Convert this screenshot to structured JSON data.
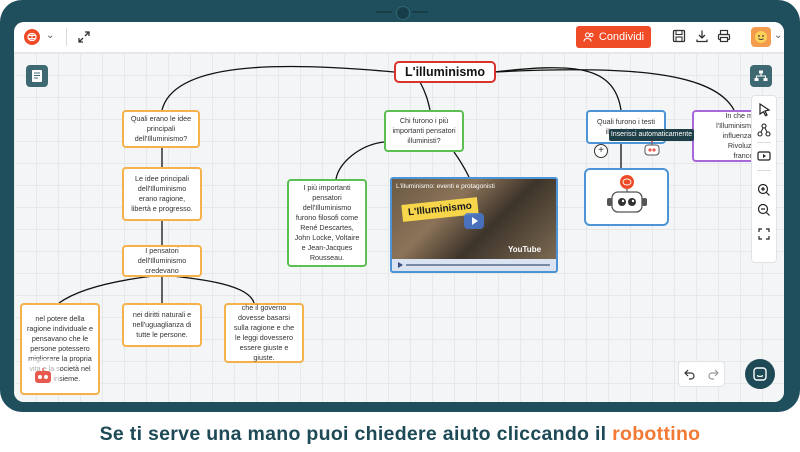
{
  "toolbar": {
    "share_label": "Condividi"
  },
  "map": {
    "root": "L'illuminismo",
    "branches": [
      {
        "color": "#f5b14a",
        "label": "Quali erano le idee principali dell'Illuminismo?"
      },
      {
        "color": "#5cbf52",
        "label": "Chi furono i più importanti pensatori illuministi?"
      },
      {
        "color": "#4d94d6",
        "label": "Quali furono i testi illuministi più"
      },
      {
        "color": "#a66ad8",
        "label": "In che modo l'Illuminismo ha influenzato la Rivoluzione francese?"
      }
    ],
    "orange_nodes": {
      "ideas": "Le idee principali dell'Illuminismo erano ragione, libertà e progresso.",
      "thinkers_believed": "I pensatori dell'Illuminismo credevano",
      "leaf_power": "nel potere della ragione individuale e pensavano che le persone potessero migliorare la propria vita e la società nel suo insieme.",
      "leaf_rights": "nei diritti naturali e nell'uguaglianza di tutte le persone.",
      "leaf_government": "che il governo dovesse basarsi sulla ragione e che le leggi dovessero essere giuste e giuste."
    },
    "green_nodes": {
      "thinkers": "I più importanti pensatori dell'Illuminismo furono filosofi come René Descartes, John Locke, Voltaire e Jean-Jacques Rousseau."
    },
    "video": {
      "title": "L'illuminismo: eventi e protagonisti",
      "banner": "L'Illuminismo",
      "brand": "YouTube"
    },
    "tooltip": "Inserisci automaticamente"
  },
  "caption": {
    "before": "Se ti serve una mano puoi chiedere aiuto cliccando il",
    "accent": "robottino"
  },
  "colors": {
    "frame": "#1f4f5c",
    "share": "#ef4b27",
    "root_border": "#d9332b",
    "caption": "#1d4a56",
    "caption_accent": "#f37a34"
  }
}
